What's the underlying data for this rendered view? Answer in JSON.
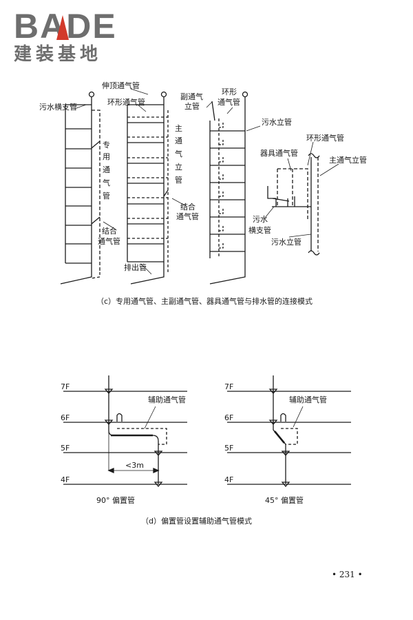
{
  "logo": {
    "brand": "BADE",
    "subtitle": "建装基地"
  },
  "figure_c": {
    "caption": "（c）专用通气管、主副通气管、器具通气管与排水管的连接模式",
    "labels": {
      "vent_top": "伸顶通气管",
      "waste_branch": "污水横支管",
      "loop_vent_1": "环形通气管",
      "dedicated_vent_1": "专",
      "dedicated_vent_2": "用",
      "dedicated_vent_3": "通",
      "dedicated_vent_4": "气",
      "dedicated_vent_5": "管",
      "main_vent_1": "主",
      "main_vent_2": "通",
      "main_vent_3": "气",
      "main_vent_4": "立",
      "main_vent_5": "管",
      "joint_vent_a1": "结合",
      "joint_vent_a2": "通气管",
      "joint_vent_b1": "结合",
      "joint_vent_b2": "通气管",
      "discharge": "排出管",
      "sec_vent_1": "副通气",
      "sec_vent_2": "立管",
      "loop_vent_2a": "环形",
      "loop_vent_2b": "通气管",
      "waste_stack_1": "污水立管",
      "fixture_vent": "器具通气管",
      "loop_vent_3": "环形通气管",
      "main_vent_stack": "主通气立管",
      "waste_branch_2a": "污水",
      "waste_branch_2b": "横支管",
      "waste_stack_2": "污水立管"
    }
  },
  "figure_d": {
    "caption": "（d）偏置管设置辅助通气管模式",
    "left": {
      "floors": [
        "7F",
        "6F",
        "5F",
        "4F"
      ],
      "aux_vent": "辅助通气管",
      "dim": "<3m",
      "title": "90°  偏置管"
    },
    "right": {
      "floors": [
        "7F",
        "6F",
        "5F",
        "4F"
      ],
      "aux_vent": "辅助通气管",
      "title": "45°  偏置管"
    }
  },
  "page_number": "• 231 •"
}
